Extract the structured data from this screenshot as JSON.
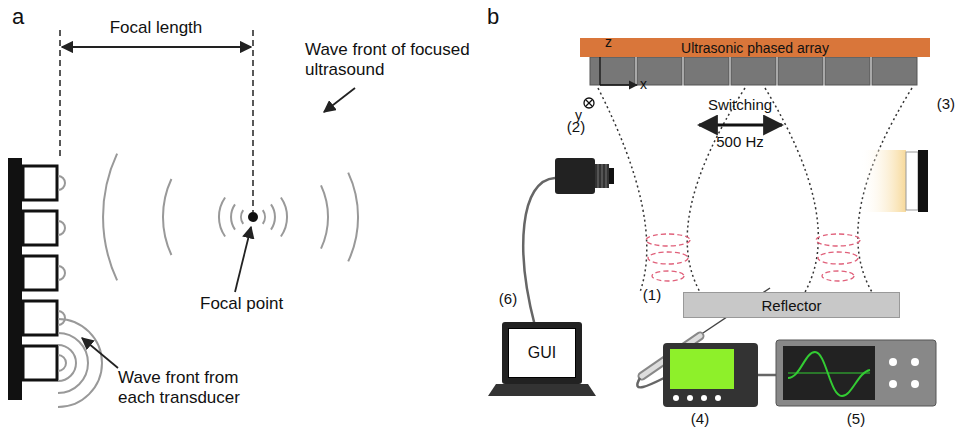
{
  "diagram": {
    "nodes": [
      {
        "text": [
          "Ultrasonic phased array"
        ]
      },
      {
        "text": [
          "Reflector"
        ]
      },
      {
        "text": [
          "GUI"
        ]
      }
    ],
    "labels": [
      "a",
      "Focal length",
      "Wave front of focused ultrasound",
      "Focal point",
      "Wave front from each transducer",
      "b",
      "z",
      "x",
      "y",
      "Switching",
      "500 Hz",
      "(2)",
      "(3)",
      "(1)",
      "(6)",
      "(4)",
      "(5)"
    ]
  }
}
